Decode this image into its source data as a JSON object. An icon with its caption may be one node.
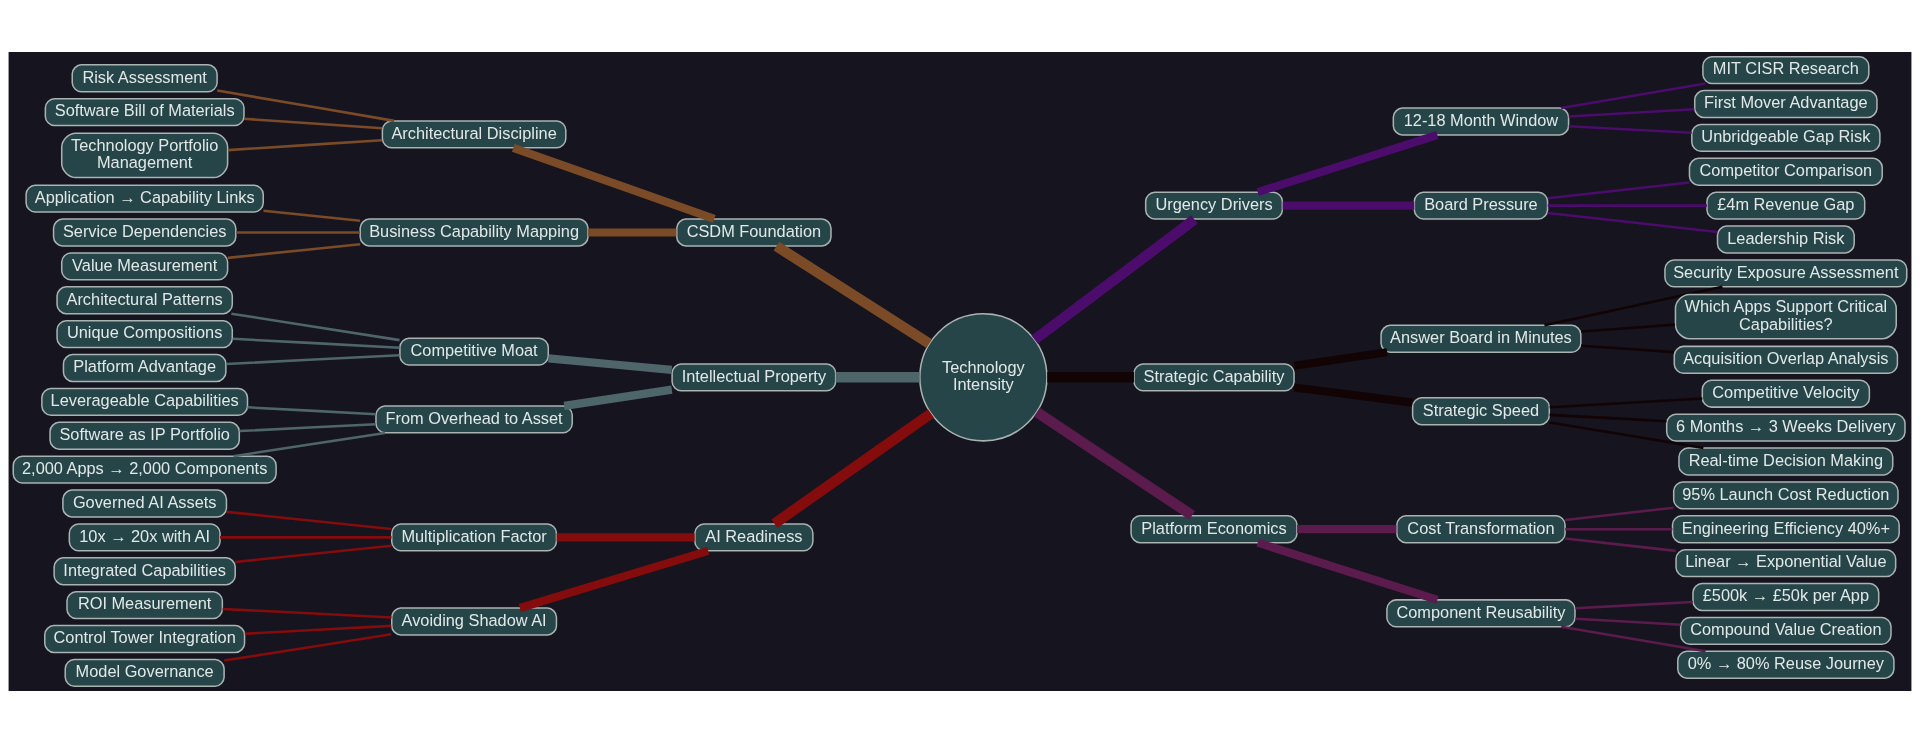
{
  "diagram": {
    "nodes": [
      {
        "text": [
          "Technology Intensity"
        ]
      },
      {
        "text": [
          "CSDM Foundation"
        ]
      },
      {
        "text": [
          "Architectural Discipline"
        ]
      },
      {
        "text": [
          "Risk Assessment"
        ]
      },
      {
        "text": [
          "Software Bill of Materials"
        ]
      },
      {
        "text": [
          "Technology Portfolio Management"
        ]
      },
      {
        "text": [
          "Business Capability Mapping"
        ]
      },
      {
        "text": [
          "Application → Capability Links"
        ]
      },
      {
        "text": [
          "Service Dependencies"
        ]
      },
      {
        "text": [
          "Value Measurement"
        ]
      },
      {
        "text": [
          "Intellectual Property"
        ]
      },
      {
        "text": [
          "Competitive Moat"
        ]
      },
      {
        "text": [
          "Architectural Patterns"
        ]
      },
      {
        "text": [
          "Unique Compositions"
        ]
      },
      {
        "text": [
          "Platform Advantage"
        ]
      },
      {
        "text": [
          "From Overhead to Asset"
        ]
      },
      {
        "text": [
          "Leverageable Capabilities"
        ]
      },
      {
        "text": [
          "Software as IP Portfolio"
        ]
      },
      {
        "text": [
          "2,000 Apps → 2,000 Components"
        ]
      },
      {
        "text": [
          "AI Readiness"
        ]
      },
      {
        "text": [
          "Multiplication Factor"
        ]
      },
      {
        "text": [
          "Governed AI Assets"
        ]
      },
      {
        "text": [
          "10x → 20x with AI"
        ]
      },
      {
        "text": [
          "Integrated Capabilities"
        ]
      },
      {
        "text": [
          "Avoiding Shadow AI"
        ]
      },
      {
        "text": [
          "ROI Measurement"
        ]
      },
      {
        "text": [
          "Control Tower Integration"
        ]
      },
      {
        "text": [
          "Model Governance"
        ]
      },
      {
        "text": [
          "Urgency Drivers"
        ]
      },
      {
        "text": [
          "12-18 Month Window"
        ]
      },
      {
        "text": [
          "MIT CISR Research"
        ]
      },
      {
        "text": [
          "First Mover Advantage"
        ]
      },
      {
        "text": [
          "Unbridgeable Gap Risk"
        ]
      },
      {
        "text": [
          "Board Pressure"
        ]
      },
      {
        "text": [
          "Competitor Comparison"
        ]
      },
      {
        "text": [
          "£4m Revenue Gap"
        ]
      },
      {
        "text": [
          "Leadership Risk"
        ]
      },
      {
        "text": [
          "Strategic Capability"
        ]
      },
      {
        "text": [
          "Answer Board in Minutes"
        ]
      },
      {
        "text": [
          "Security Exposure Assessment"
        ]
      },
      {
        "text": [
          "Which Apps Support Critical Capabilities?"
        ]
      },
      {
        "text": [
          "Acquisition Overlap Analysis"
        ]
      },
      {
        "text": [
          "Strategic Speed"
        ]
      },
      {
        "text": [
          "Competitive Velocity"
        ]
      },
      {
        "text": [
          "6 Months → 3 Weeks Delivery"
        ]
      },
      {
        "text": [
          "Real-time Decision Making"
        ]
      },
      {
        "text": [
          "Platform Economics"
        ]
      },
      {
        "text": [
          "Cost Transformation"
        ]
      },
      {
        "text": [
          "95% Launch Cost Reduction"
        ]
      },
      {
        "text": [
          "Engineering Efficiency 40%+"
        ]
      },
      {
        "text": [
          "Linear → Exponential Value"
        ]
      },
      {
        "text": [
          "Component Reusability"
        ]
      },
      {
        "text": [
          "£500k → £50k per App"
        ]
      },
      {
        "text": [
          "Compound Value Creation"
        ]
      },
      {
        "text": [
          "0% → 80% Reuse Journey"
        ]
      }
    ],
    "edges": [
      {
        "from": 0,
        "to": 1,
        "arrow": "none",
        "style": "thick",
        "color": "#7a4b26"
      },
      {
        "from": 1,
        "to": 2,
        "arrow": "none",
        "style": "thick",
        "color": "#7a4b26"
      },
      {
        "from": 2,
        "to": 3,
        "arrow": "none",
        "color": "#7a4b26"
      },
      {
        "from": 2,
        "to": 4,
        "arrow": "none",
        "color": "#7a4b26"
      },
      {
        "from": 2,
        "to": 5,
        "arrow": "none",
        "color": "#7a4b26"
      },
      {
        "from": 1,
        "to": 6,
        "arrow": "none",
        "style": "thick",
        "color": "#7a4b26"
      },
      {
        "from": 6,
        "to": 7,
        "arrow": "none",
        "color": "#7a4b26"
      },
      {
        "from": 6,
        "to": 8,
        "arrow": "none",
        "color": "#7a4b26"
      },
      {
        "from": 6,
        "to": 9,
        "arrow": "none",
        "color": "#7a4b26"
      },
      {
        "from": 0,
        "to": 10,
        "arrow": "none",
        "style": "thick",
        "color": "#4e666a"
      },
      {
        "from": 10,
        "to": 11,
        "arrow": "none",
        "style": "thick",
        "color": "#4e666a"
      },
      {
        "from": 11,
        "to": 12,
        "arrow": "none",
        "color": "#4e666a"
      },
      {
        "from": 11,
        "to": 13,
        "arrow": "none",
        "color": "#4e666a"
      },
      {
        "from": 11,
        "to": 14,
        "arrow": "none",
        "color": "#4e666a"
      },
      {
        "from": 10,
        "to": 15,
        "arrow": "none",
        "style": "thick",
        "color": "#4e666a"
      },
      {
        "from": 15,
        "to": 16,
        "arrow": "none",
        "color": "#4e666a"
      },
      {
        "from": 15,
        "to": 17,
        "arrow": "none",
        "color": "#4e666a"
      },
      {
        "from": 15,
        "to": 18,
        "arrow": "none",
        "color": "#4e666a"
      },
      {
        "from": 0,
        "to": 19,
        "arrow": "none",
        "style": "thick",
        "color": "#840c0c"
      },
      {
        "from": 19,
        "to": 20,
        "arrow": "none",
        "style": "thick",
        "color": "#840c0c"
      },
      {
        "from": 20,
        "to": 21,
        "arrow": "none",
        "color": "#840c0c"
      },
      {
        "from": 20,
        "to": 22,
        "arrow": "none",
        "color": "#840c0c"
      },
      {
        "from": 20,
        "to": 23,
        "arrow": "none",
        "color": "#840c0c"
      },
      {
        "from": 19,
        "to": 24,
        "arrow": "none",
        "style": "thick",
        "color": "#840c0c"
      },
      {
        "from": 24,
        "to": 25,
        "arrow": "none",
        "color": "#840c0c"
      },
      {
        "from": 24,
        "to": 26,
        "arrow": "none",
        "color": "#840c0c"
      },
      {
        "from": 24,
        "to": 27,
        "arrow": "none",
        "color": "#840c0c"
      },
      {
        "from": 0,
        "to": 28,
        "arrow": "none",
        "style": "thick",
        "color": "#4b0c6b"
      },
      {
        "from": 28,
        "to": 29,
        "arrow": "none",
        "style": "thick",
        "color": "#4b0c6b"
      },
      {
        "from": 29,
        "to": 30,
        "arrow": "none",
        "color": "#4b0c6b"
      },
      {
        "from": 29,
        "to": 31,
        "arrow": "none",
        "color": "#4b0c6b"
      },
      {
        "from": 29,
        "to": 32,
        "arrow": "none",
        "color": "#4b0c6b"
      },
      {
        "from": 28,
        "to": 33,
        "arrow": "none",
        "style": "thick",
        "color": "#4b0c6b"
      },
      {
        "from": 33,
        "to": 34,
        "arrow": "none",
        "color": "#4b0c6b"
      },
      {
        "from": 33,
        "to": 35,
        "arrow": "none",
        "color": "#4b0c6b"
      },
      {
        "from": 33,
        "to": 36,
        "arrow": "none",
        "color": "#4b0c6b"
      },
      {
        "from": 0,
        "to": 37,
        "arrow": "none",
        "style": "thick",
        "color": "#120405"
      },
      {
        "from": 37,
        "to": 38,
        "arrow": "none",
        "style": "thick",
        "color": "#120405"
      },
      {
        "from": 38,
        "to": 39,
        "arrow": "none",
        "color": "#120405"
      },
      {
        "from": 38,
        "to": 40,
        "arrow": "none",
        "color": "#120405"
      },
      {
        "from": 38,
        "to": 41,
        "arrow": "none",
        "color": "#120405"
      },
      {
        "from": 37,
        "to": 42,
        "arrow": "none",
        "style": "thick",
        "color": "#120405"
      },
      {
        "from": 42,
        "to": 43,
        "arrow": "none",
        "color": "#120405"
      },
      {
        "from": 42,
        "to": 44,
        "arrow": "none",
        "color": "#120405"
      },
      {
        "from": 42,
        "to": 45,
        "arrow": "none",
        "color": "#120405"
      },
      {
        "from": 0,
        "to": 46,
        "arrow": "none",
        "style": "thick",
        "color": "#5c1b4d"
      },
      {
        "from": 46,
        "to": 47,
        "arrow": "none",
        "style": "thick",
        "color": "#5c1b4d"
      },
      {
        "from": 47,
        "to": 48,
        "arrow": "none",
        "color": "#5c1b4d"
      },
      {
        "from": 47,
        "to": 49,
        "arrow": "none",
        "color": "#5c1b4d"
      },
      {
        "from": 47,
        "to": 50,
        "arrow": "none",
        "color": "#5c1b4d"
      },
      {
        "from": 46,
        "to": 51,
        "arrow": "none",
        "style": "thick",
        "color": "#5c1b4d"
      },
      {
        "from": 51,
        "to": 52,
        "arrow": "none",
        "color": "#5c1b4d"
      },
      {
        "from": 51,
        "to": 53,
        "arrow": "none",
        "color": "#5c1b4d"
      },
      {
        "from": 51,
        "to": 54,
        "arrow": "none",
        "color": "#5c1b4d"
      }
    ]
  }
}
